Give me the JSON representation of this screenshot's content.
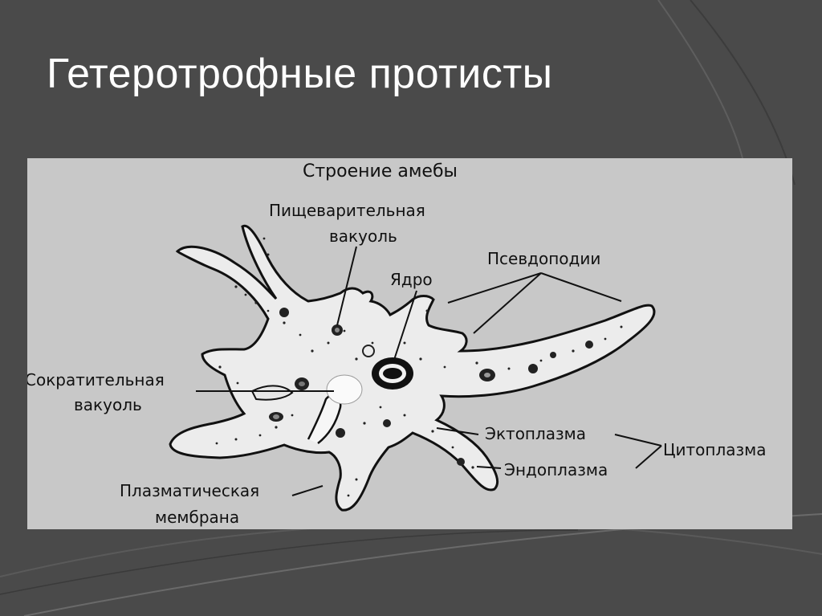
{
  "slide": {
    "title": "Гетеротрофные протисты",
    "background_color": "#4a4a4a",
    "figure_background": "#c8c8c8"
  },
  "figure": {
    "title": "Строение амебы",
    "labels": {
      "digestive_vacuole_line1": "Пищеварительная",
      "digestive_vacuole_line2": "вакуоль",
      "nucleus": "Ядро",
      "pseudopodia": "Псевдоподии",
      "contractile_vacuole_line1": "Сократительная",
      "contractile_vacuole_line2": "вакуоль",
      "ectoplasm": "Эктоплазма",
      "endoplasm": "Эндоплазма",
      "cytoplasm": "Цитоплазма",
      "plasma_membrane_line1": "Плазматическая",
      "plasma_membrane_line2": "мембрана"
    }
  }
}
